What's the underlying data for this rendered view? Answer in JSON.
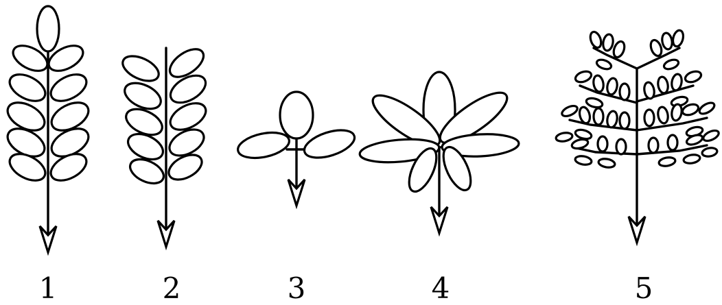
{
  "figure": {
    "labels": [
      "1",
      "2",
      "3",
      "4",
      "5"
    ]
  },
  "colors": {
    "stroke": "#000000",
    "background": "#ffffff"
  }
}
